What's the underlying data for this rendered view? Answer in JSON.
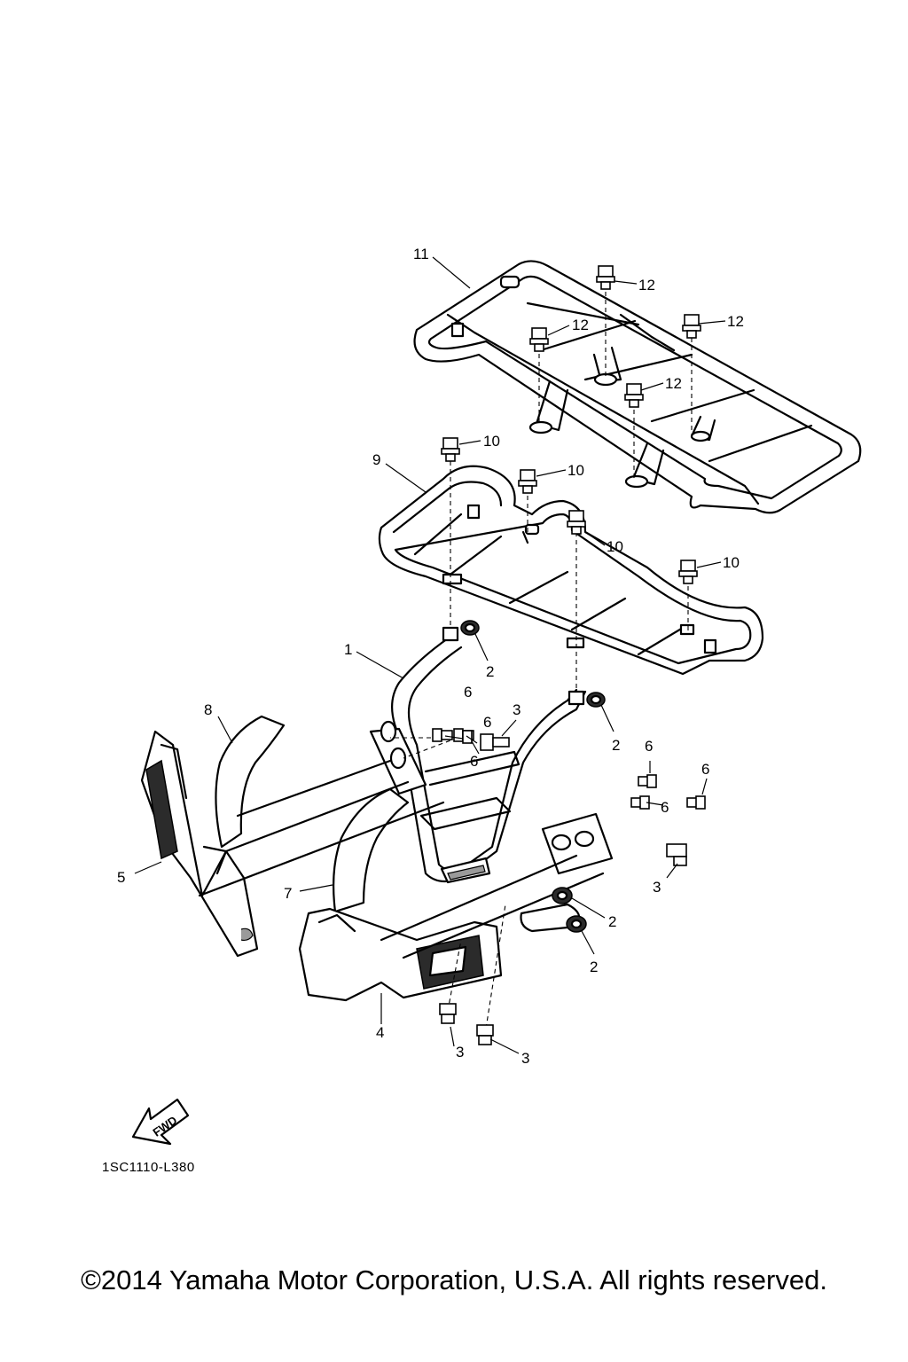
{
  "callouts": {
    "p1": "1",
    "p2": "2",
    "p3": "3",
    "p4": "4",
    "p5": "5",
    "p6": "6",
    "p7": "7",
    "p8": "8",
    "p9": "9",
    "p10": "10",
    "p11": "11",
    "p12": "12"
  },
  "fwd_label": "FWD",
  "diagram_code": "1SC1110-L380",
  "copyright": "©2014 Yamaha Motor Corporation, U.S.A. All rights reserved."
}
